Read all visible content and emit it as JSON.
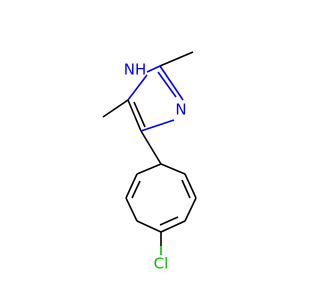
{
  "diagram": {
    "labels": {
      "nh": "NH",
      "n": "N",
      "cl": "Cl"
    },
    "colors": {
      "nitrogen": "#0000FF",
      "chlorine": "#00C000",
      "carbon": "#000000",
      "background": "#FFFFFF"
    }
  }
}
